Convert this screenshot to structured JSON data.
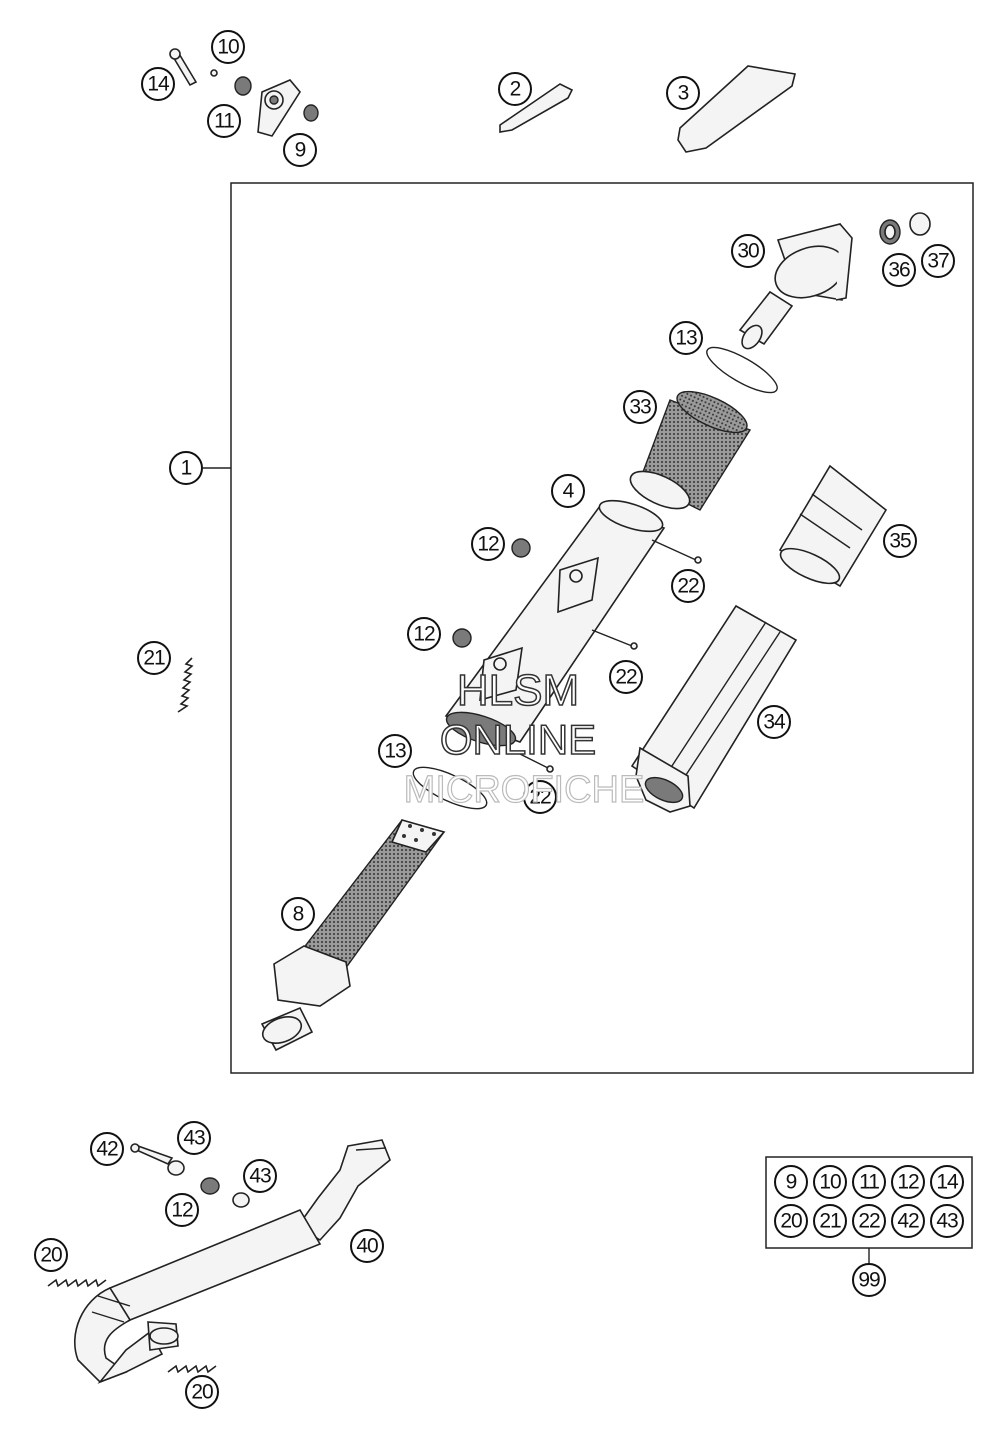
{
  "callouts": {
    "c1": "1",
    "c2": "2",
    "c3": "3",
    "c4": "4",
    "c8": "8",
    "c9": "9",
    "c10": "10",
    "c11": "11",
    "c12a": "12",
    "c12b": "12",
    "c12c": "12",
    "c13a": "13",
    "c13b": "13",
    "c14": "14",
    "c20a": "20",
    "c20b": "20",
    "c21": "21",
    "c22a": "22",
    "c22b": "22",
    "c22c": "22",
    "c30": "30",
    "c33": "33",
    "c34": "34",
    "c35": "35",
    "c36": "36",
    "c37": "37",
    "c40": "40",
    "c42": "42",
    "c43a": "43",
    "c43b": "43"
  },
  "kit_box": {
    "row1": [
      "9",
      "10",
      "11",
      "12",
      "14"
    ],
    "row2": [
      "20",
      "21",
      "22",
      "42",
      "43"
    ],
    "label": "99"
  },
  "watermark": {
    "line1": "HLSM",
    "line2": "ONLINE",
    "line3": "MICROFICHE"
  }
}
